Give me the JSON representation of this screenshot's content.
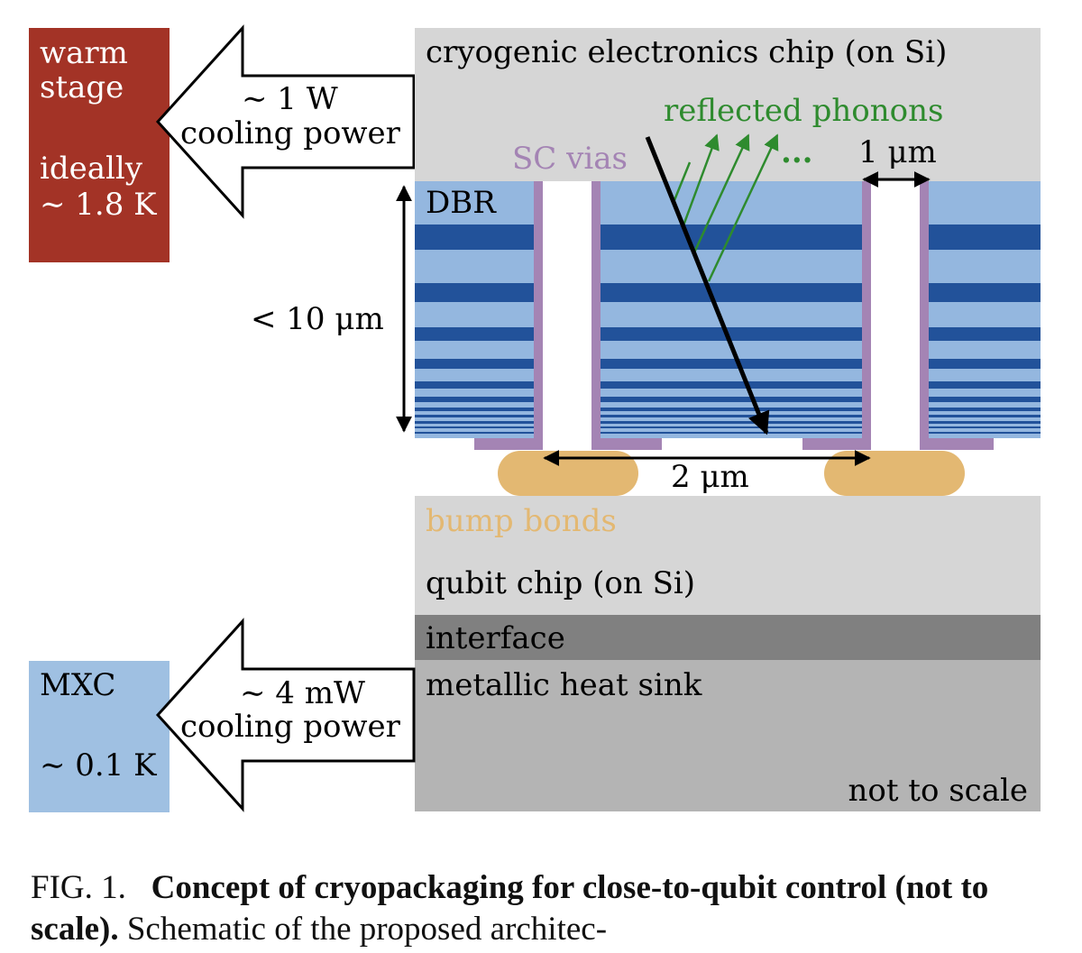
{
  "warm_stage": {
    "line1": "warm",
    "line2": "stage",
    "line3": "ideally",
    "line4": "∼ 1.8 K",
    "color": "#a33326"
  },
  "arrow_top": {
    "power": "∼ 1 W",
    "label": "cooling power"
  },
  "mxc": {
    "line1": "MXC",
    "line2": "∼ 0.1 K",
    "color": "#9fc0e2"
  },
  "arrow_bottom": {
    "power": "∼ 4 mW",
    "label": "cooling power"
  },
  "cryo_chip": {
    "label": "cryogenic electronics chip (on Si)",
    "color": "#d6d6d6"
  },
  "phonons": {
    "label": "reflected phonons",
    "ellipsis": "...",
    "color": "#2e8b2e"
  },
  "vias": {
    "label": "SC vias",
    "color": "#a484b4"
  },
  "dimension_via": "1 μm",
  "dbr": {
    "label": "DBR",
    "light": "#94b7df",
    "dark": "#22529a"
  },
  "dimension_height": "< 10 μm",
  "dimension_pitch": "2 μm",
  "bump_bonds": {
    "label": "bump bonds",
    "color": "#e3b872"
  },
  "qubit_chip": {
    "label": "qubit chip (on Si)"
  },
  "interface": {
    "label": "interface",
    "color": "#808080"
  },
  "heat_sink": {
    "label": "metallic heat sink",
    "note": "not to scale",
    "color": "#b4b4b4"
  },
  "caption": {
    "fig": "FIG. 1.",
    "bold": "Concept of cryopackaging for close-to-qubit control (not to scale).",
    "rest": "Schematic of the proposed architec-"
  }
}
